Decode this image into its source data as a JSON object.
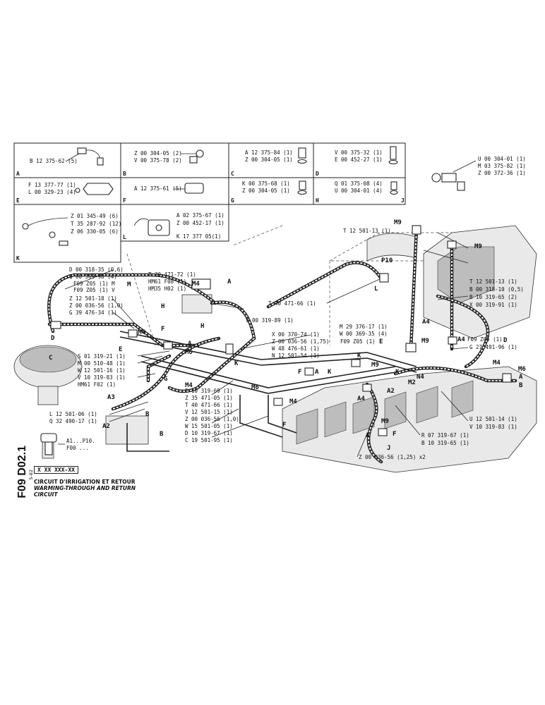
{
  "diagram": {
    "side_code": "F09 D02.1",
    "page_ref": "5-82",
    "title_code": "X XX XXX-XX",
    "title_fr": "CIRCUIT D'IRRIGATION ET RETOUR",
    "title_en": "WARMING-THROUGH AND RETURN CIRCUIT",
    "legend_range": "A1...P10.",
    "legend_ref": "F00 ..."
  },
  "cells": [
    {
      "letter": "A",
      "parts": [
        "B 12 375-62 (5)"
      ]
    },
    {
      "letter": "B",
      "parts": [
        "Z 00 304-05 (2)",
        "V 00 375-78 (2)"
      ]
    },
    {
      "letter": "C",
      "parts": [
        "A 12 375-84 (1)",
        "Z 00 304-05 (1)"
      ]
    },
    {
      "letter": "D",
      "parts": [
        "V 00 375-32 (1)",
        "E 00 452-27 (1)"
      ]
    },
    {
      "letter": "E",
      "parts": [
        "F 13 377-77 (1)",
        "L 00 329-23 (4)"
      ]
    },
    {
      "letter": "F",
      "parts": [
        "A 12 375-61 (5)"
      ]
    },
    {
      "letter": "G",
      "parts": [
        "K 00 375-68 (1)",
        "Z 00 304-05 (1)"
      ]
    },
    {
      "letter": "H",
      "parts": [
        "Q 01 375-08 (4)",
        "U 00 304-01 (4)"
      ]
    },
    {
      "letter": "J",
      "parts": [
        "U 00 304-01 (1)",
        "M 03 375-82 (1)",
        "Z 00 372-36 (1)"
      ]
    },
    {
      "letter": "K",
      "parts": [
        "Z 01 345-49 (6)",
        "T 35 287-92 (12)",
        "Z 06 330-05 (6)"
      ]
    },
    {
      "letter": "L",
      "parts": [
        "A 02 375-67 (1)",
        "Z 00 452-17 (1)",
        "K 17 377 05(1)"
      ]
    }
  ],
  "left_callouts": [
    "D 00 318-35 (0,6)",
    "Q 00 369-98 (4)",
    "F09 Z05 (1) M",
    "F09 Z05 (1) V",
    "Z 12 501-18 (1)",
    "Z 00 036-56 (1,0)",
    "G 39 476-34 (1)",
    "S 01 319-21 (1)",
    "M 00 510-48 (1)",
    "W 12 501-16 (1)",
    "V 10 319-83 (1)",
    "HM61 F02 (1)",
    "L 12 501-06 (1)",
    "Q 32 490-17 (1)"
  ],
  "center_callouts": [
    "T 30 471-72 (1)",
    "HM61 F08 (1)",
    "HM35 H02 (1)",
    "F 10 319-69 (1)",
    "Z 35 471-05 (1)",
    "T 40 471-66 (1)",
    "V 12 501-15 (1)",
    "Z 00 036-56 (1,0)",
    "W 15 501-05 (1)",
    "D 10 319-67 (1)",
    "C 19 501-95 (1)",
    "V 00 319-89 (1)",
    "X 00 370-74 (1)",
    "Z 00 036-56 (1,75)",
    "F09 Z05 (1)",
    "W 48 476-61 (1)",
    "N 12 501-54 (1)",
    "T 40 471-66 (1)",
    "M 29 376-17 (1)",
    "W 00 369-35 (4)"
  ],
  "right_callouts": [
    "T 12 501-13 (1)",
    "T 12 501-13 (1)",
    "B 00 318-10 (0,5)",
    "B 10 319-65 (2)",
    "X 00 319-91 (1)",
    "F09 Z05 (1)",
    "G 27 491-96 (1)",
    "U 12 501-14 (1)",
    "V 10 319-83 (1)",
    "R 07 319-67 (1)",
    "B 10 319-65 (1)",
    "Z 00 036-56 (1,25) x2"
  ],
  "marks": {
    "M9": "M9",
    "M4": "M4",
    "M6": "M6",
    "M2": "M2",
    "N4": "N4",
    "A2": "A2",
    "A3": "A3",
    "A4": "A4",
    "P10": "P10",
    "A": "A",
    "B": "B",
    "C": "C",
    "D": "D",
    "E": "E",
    "F": "F",
    "G": "G",
    "H": "H",
    "J": "J",
    "K": "K",
    "L": "L",
    "M": "M"
  },
  "colors": {
    "ink": "#222222",
    "paper": "#ffffff",
    "engine_fill": "#e9e9e9"
  }
}
